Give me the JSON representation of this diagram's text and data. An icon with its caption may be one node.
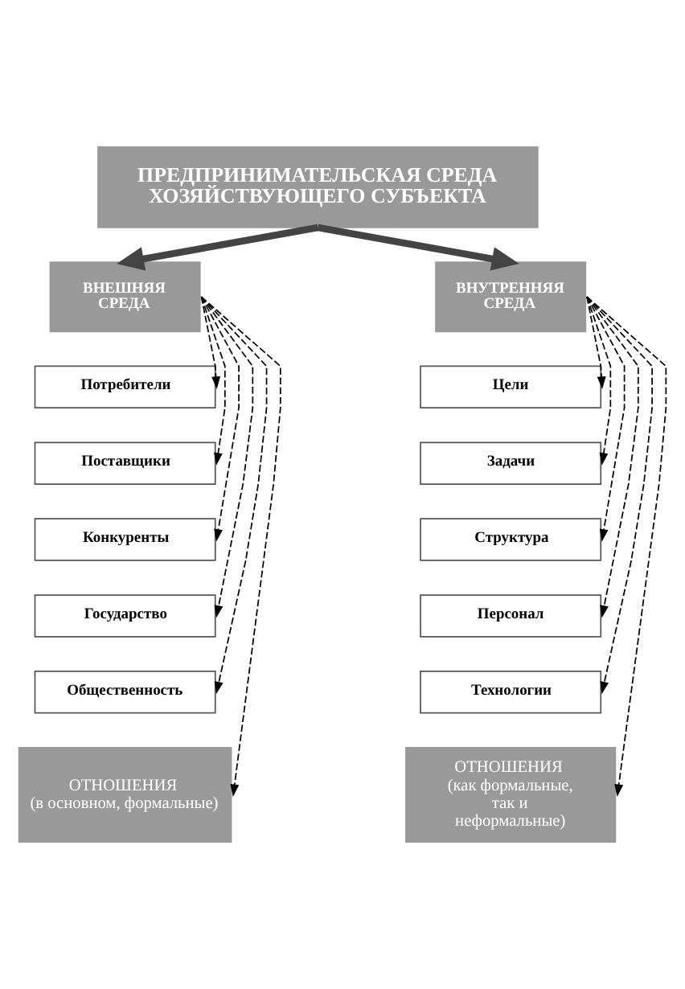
{
  "diagram": {
    "nodes": [
      {
        "text": [
          "ПРЕДПРИНИМАТЕЛЬСКАЯ СРЕДА ХОЗЯЙСТВУЮЩЕГО СУБЪЕКТА"
        ]
      },
      {
        "text": [
          "ВНЕШНЯЯ СРЕДА"
        ]
      },
      {
        "text": [
          "ВНУТРЕННЯЯ СРЕДА"
        ]
      },
      {
        "text": [
          "Потребители"
        ]
      },
      {
        "text": [
          "Цели"
        ]
      },
      {
        "text": [
          "Поставщики"
        ]
      },
      {
        "text": [
          "Задачи"
        ]
      },
      {
        "text": [
          "Конкуренты"
        ]
      },
      {
        "text": [
          "Структура"
        ]
      },
      {
        "text": [
          "Государство"
        ]
      },
      {
        "text": [
          "Персонал"
        ]
      },
      {
        "text": [
          "Общественность"
        ]
      },
      {
        "text": [
          "Технологии"
        ]
      },
      {
        "text": [
          "ОТНОШЕНИЯ",
          "(в основном, формальные)"
        ]
      },
      {
        "text": [
          "ОТНОШЕНИЯ",
          "(как формальные, так и неформальные)"
        ]
      }
    ],
    "edges": [
      {
        "from": 0,
        "to": 1,
        "arrow": "to",
        "style": "thick"
      },
      {
        "from": 0,
        "to": 2,
        "arrow": "to",
        "style": "thick"
      },
      {
        "from": 1,
        "to": 3,
        "arrow": "to",
        "style": "dashed"
      },
      {
        "from": 1,
        "to": 5,
        "arrow": "to",
        "style": "dashed"
      },
      {
        "from": 1,
        "to": 7,
        "arrow": "to",
        "style": "dashed"
      },
      {
        "from": 1,
        "to": 9,
        "arrow": "to",
        "style": "dashed"
      },
      {
        "from": 1,
        "to": 11,
        "arrow": "to",
        "style": "dashed"
      },
      {
        "from": 1,
        "to": 13,
        "arrow": "to",
        "style": "dashed"
      },
      {
        "from": 2,
        "to": 4,
        "arrow": "to",
        "style": "dashed"
      },
      {
        "from": 2,
        "to": 6,
        "arrow": "to",
        "style": "dashed"
      },
      {
        "from": 2,
        "to": 8,
        "arrow": "to",
        "style": "dashed"
      },
      {
        "from": 2,
        "to": 10,
        "arrow": "to",
        "style": "dashed"
      },
      {
        "from": 2,
        "to": 12,
        "arrow": "to",
        "style": "dashed"
      },
      {
        "from": 2,
        "to": 14,
        "arrow": "to",
        "style": "dashed"
      }
    ]
  }
}
